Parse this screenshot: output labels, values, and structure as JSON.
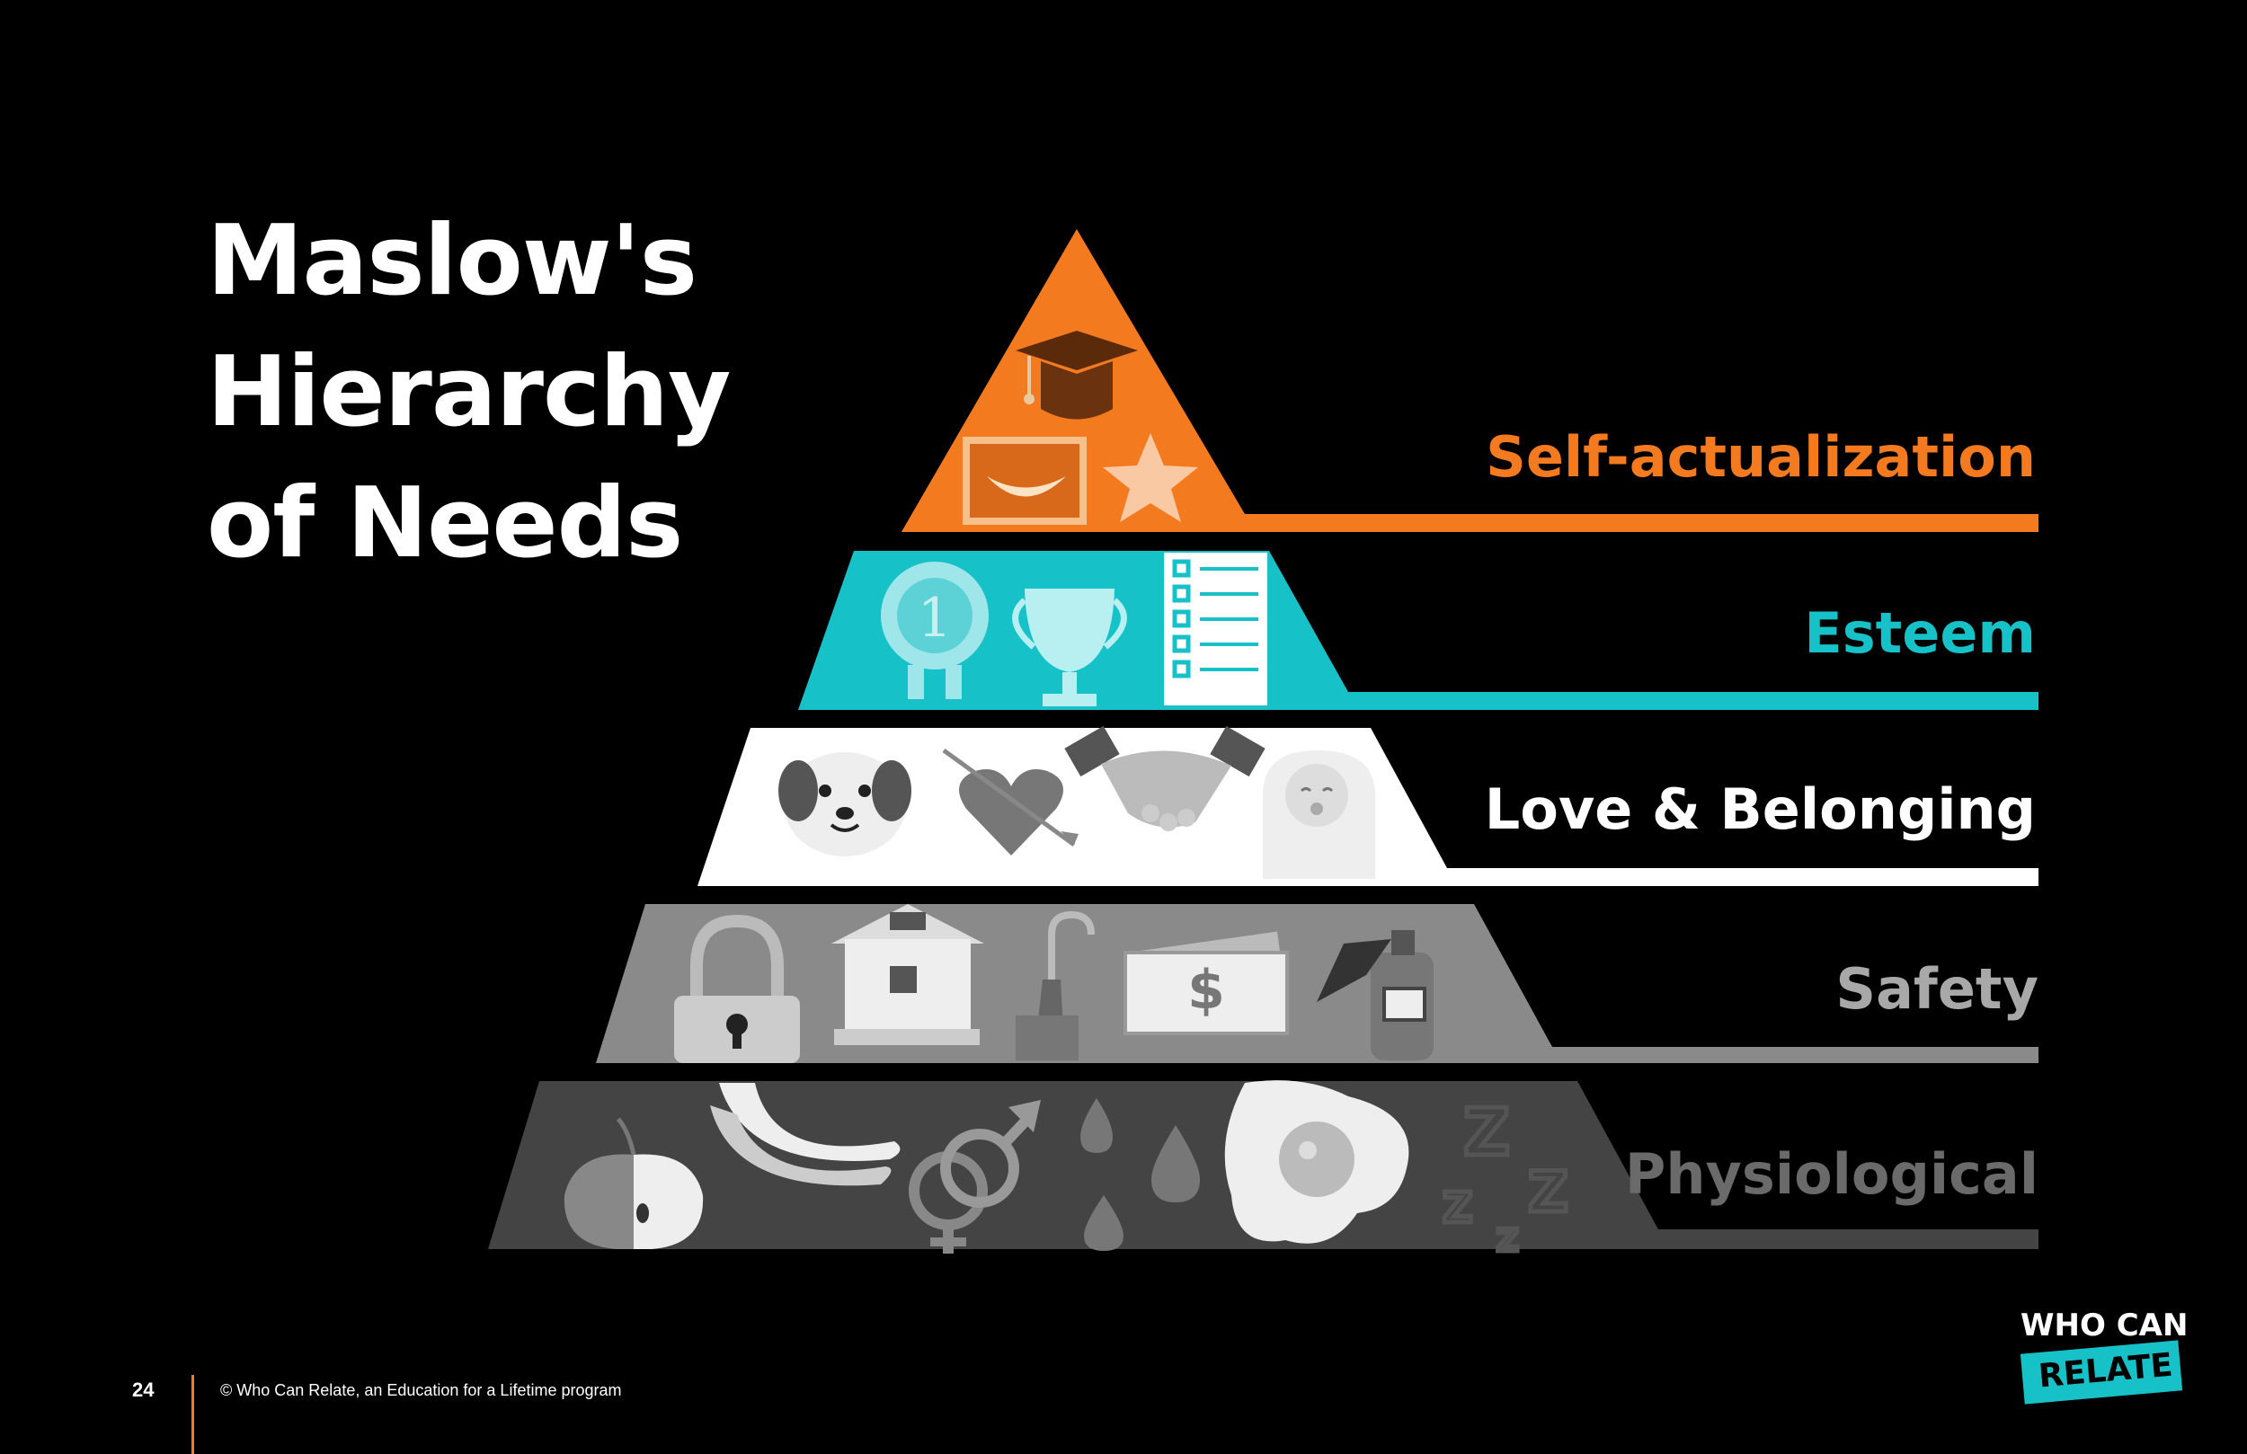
{
  "title": {
    "line1": "Maslow's",
    "line2": "Hierarchy",
    "line3": "of Needs"
  },
  "levels": [
    {
      "label": "Self-actualization",
      "color": "#f47a1f",
      "icons": [
        "graduation-cap-icon",
        "banana-frame-icon",
        "star-icon"
      ]
    },
    {
      "label": "Esteem",
      "color": "#16c2c8",
      "icons": [
        "medal-icon",
        "trophy-icon",
        "checklist-icon"
      ]
    },
    {
      "label": "Love & Belonging",
      "color": "#ffffff",
      "icons": [
        "dog-icon",
        "heart-arrow-icon",
        "handshake-icon",
        "baby-icon"
      ]
    },
    {
      "label": "Safety",
      "color": "#8a8a8a",
      "icons": [
        "padlock-icon",
        "house-icon",
        "umbrella-icon",
        "money-icon",
        "fire-extinguisher-icon"
      ]
    },
    {
      "label": "Physiological",
      "color": "#444444",
      "icons": [
        "apple-icon",
        "banana-icon",
        "gender-icon",
        "water-drops-icon",
        "egg-icon",
        "sleep-icon"
      ]
    }
  ],
  "footer": {
    "page_number": "24",
    "copyright": "© Who Can Relate, an Education for a Lifetime program"
  },
  "logo": {
    "line1": "WHO CAN",
    "line2": "RELATE"
  }
}
